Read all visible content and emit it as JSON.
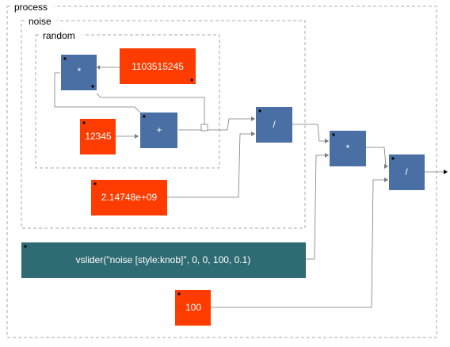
{
  "groups": {
    "process": "process",
    "noise": "noise",
    "random": "random"
  },
  "blocks": {
    "mul_random": "*",
    "const_multiplier": "1103515245",
    "const_seed": "12345",
    "add": "+",
    "const_divisor": "2.14748e+09",
    "div_noise": "/",
    "mul_out": "*",
    "div_out": "/",
    "slider": "vslider(\"noise [style:knob]\", 0, 0, 100, 0.1)",
    "const_hundred": "100"
  },
  "colors": {
    "operator": "#4a6fa5",
    "constant": "#ff3c00",
    "ui_slider": "#2f6b73",
    "group_border": "#aaaaaa",
    "wire": "#7a7a7a"
  }
}
